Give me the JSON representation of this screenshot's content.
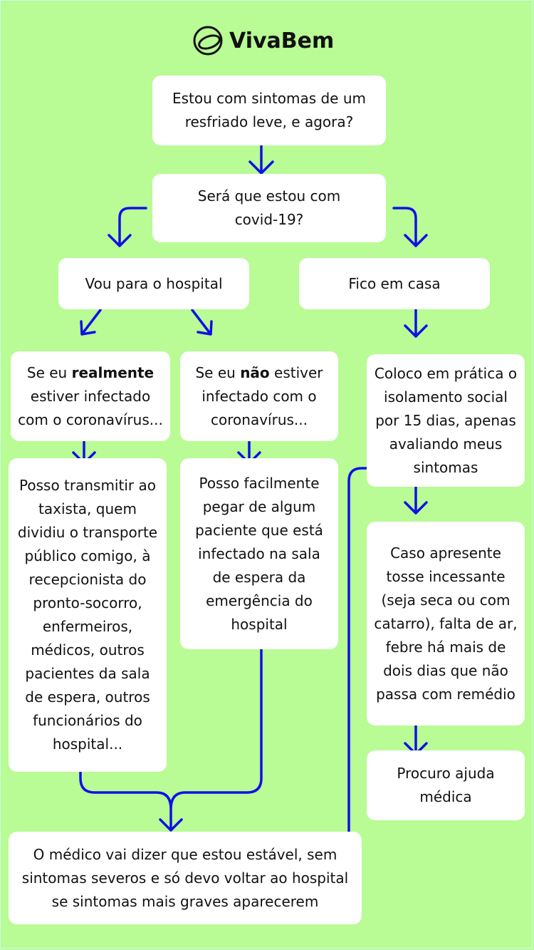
{
  "brand": {
    "name": "VivaBem",
    "logo_icon": "vivabem-logo-icon"
  },
  "boxes": {
    "start": "Estou com sintomas de um resfriado leve, e agora?",
    "question": "Será que estou com covid-19?",
    "go_hospital": "Vou para o hospital",
    "stay_home": "Fico em casa",
    "infected": {
      "pre": "Se eu ",
      "bold": "realmente",
      "post": " estiver infectado com o coronavírus..."
    },
    "not_infected": {
      "pre": "Se eu ",
      "bold": "não",
      "post": " estiver infectado com o coronavírus..."
    },
    "transmit": "Posso transmitir ao taxista, quem dividiu o transporte público comigo, à recepcionista do pronto-socorro, enfermeiros, médicos, outros pacientes da sala de espera, outros funcionários do hospital...",
    "catch": "Posso facilmente pegar de algum paciente que está infectado na sala de espera da emergência do hospital",
    "isolation": "Coloco em prática o isolamento social por 15 dias, apenas avaliando meus sintomas",
    "symptoms": "Caso apresente tosse incessante (seja seca ou com catarro), falta de ar, febre há mais de dois dias que não passa com remédio",
    "seek_help": "Procuro ajuda médica",
    "doctor": "O médico vai dizer que estou estável, sem sintomas severos e só devo voltar ao hospital se sintomas mais graves aparecerem"
  },
  "colors": {
    "background": "#b9fb95",
    "box": "#ffffff",
    "arrow": "#1010e8"
  }
}
